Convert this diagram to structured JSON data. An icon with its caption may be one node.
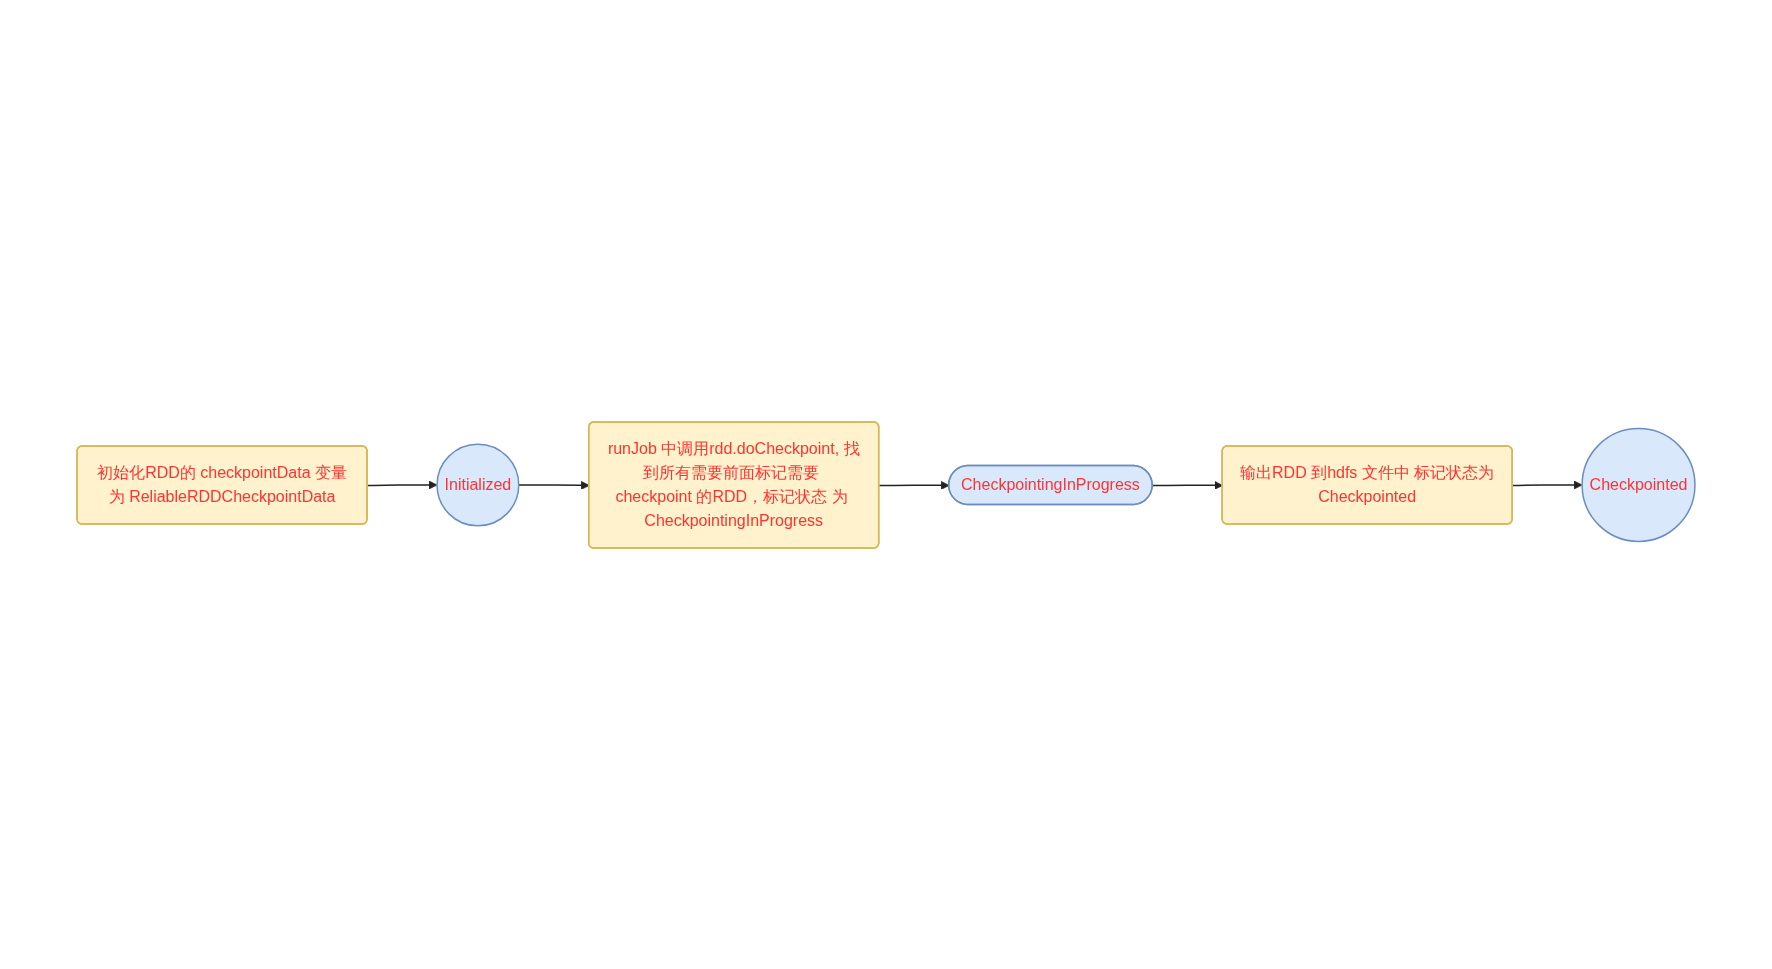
{
  "diagram": {
    "nodes": [
      {
        "text": [
          "初始化RDD的 checkpointData 变量为 ReliableRDDCheckpointData"
        ]
      },
      {
        "text": [
          "Initialized"
        ]
      },
      {
        "text": [
          "runJob 中调用rdd.doCheckpoint, 找到所有需要前面标记需要 checkpoint 的RDD，标记状态 为 CheckpointingInProgress"
        ]
      },
      {
        "text": [
          "CheckpointingInProgress"
        ]
      },
      {
        "text": [
          "输出RDD 到hdfs 文件中 标记状态为Checkpointed"
        ]
      },
      {
        "text": [
          "Checkpointed"
        ]
      }
    ],
    "edges": [
      {
        "from": 0,
        "to": 1,
        "arrow": "to"
      },
      {
        "from": 1,
        "to": 2,
        "arrow": "to"
      },
      {
        "from": 2,
        "to": 3,
        "arrow": "to"
      },
      {
        "from": 3,
        "to": 4,
        "arrow": "to"
      },
      {
        "from": 4,
        "to": 5,
        "arrow": "to"
      }
    ]
  }
}
